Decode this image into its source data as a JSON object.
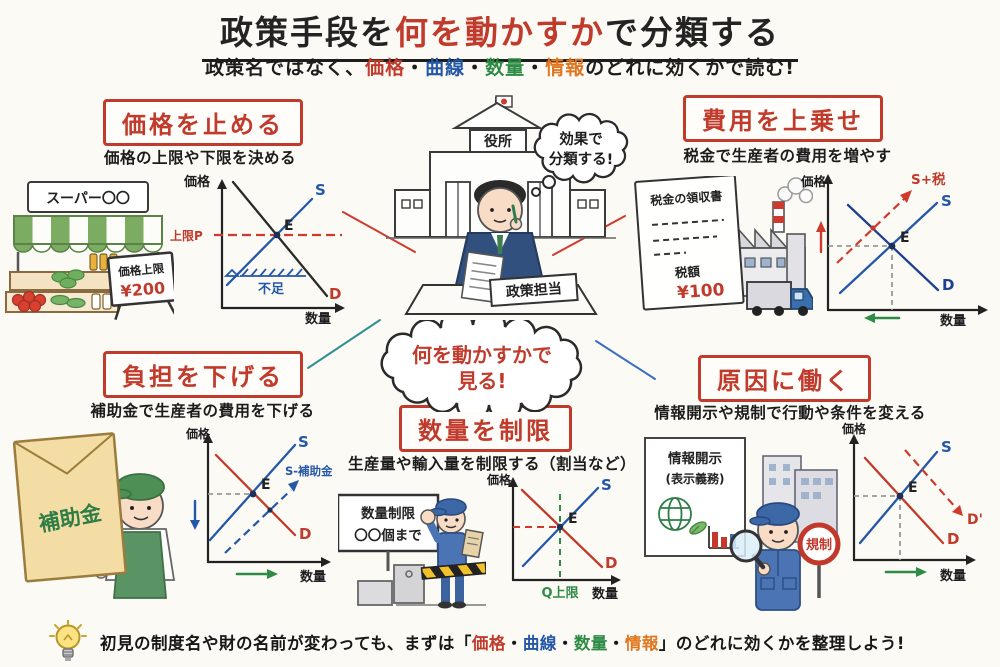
{
  "title": {
    "part1": "政策手段を",
    "highlight": "何を動かすか",
    "part2": "で分類する"
  },
  "subtitle": {
    "prefix": "政策名ではなく、",
    "suffix": "のどれに効くかで読む!"
  },
  "terms": {
    "sep": "・",
    "price": "価格",
    "curve": "曲線",
    "quantity": "数量",
    "info": "情報"
  },
  "footer": {
    "prefix": "初見の制度名や財の名前が変わっても、まずは「",
    "suffix": "」のどれに効くかを整理しよう!"
  },
  "center": {
    "building_sign": "役所",
    "desk_sign": "政策担当",
    "thought_line1": "効果で",
    "thought_line2": "分類する!",
    "cloud_line1": "何を動かすかで",
    "cloud_line2": "見る!"
  },
  "graph_common": {
    "y_axis": "価格",
    "x_axis": "数量",
    "supply": "S",
    "demand": "D",
    "equilibrium": "E"
  },
  "sections": {
    "price_cap": {
      "heading": "価格を止める",
      "description": "価格の上限や下限を決める",
      "graph_cap_label": "上限P",
      "graph_shortage_label": "不足",
      "store_sign": "スーパー〇〇",
      "board_title": "価格上限",
      "board_price": "¥200"
    },
    "tax": {
      "heading": "費用を上乗せ",
      "description": "税金で生産者の費用を増やす",
      "graph_shift_label": "S+税",
      "receipt_title": "税金の領収書",
      "receipt_amount_label": "税額",
      "receipt_amount": "¥100"
    },
    "subsidy": {
      "heading": "負担を下げる",
      "description": "補助金で生産者の費用を下げる",
      "graph_shift_label": "S-補助金",
      "envelope_label": "補助金"
    },
    "quantity": {
      "heading": "数量を制限",
      "description": "生産量や輸入量を制限する（割当など）",
      "graph_cap_label": "Q上限",
      "sign_line1": "数量制限",
      "sign_line2": "〇〇個まで"
    },
    "cause": {
      "heading": "原因に働く",
      "description": "情報開示や規制で行動や条件を変える",
      "graph_shift_label": "D'",
      "poster_line1": "情報開示",
      "poster_line2": "(表示義務)",
      "regulation_sign": "規制"
    }
  },
  "colors": {
    "red": "#c13b2c",
    "blue": "#2457a7",
    "navy": "#1e3f8f",
    "green": "#2e8b45",
    "orange": "#e0761f",
    "teal": "#2f9090"
  }
}
